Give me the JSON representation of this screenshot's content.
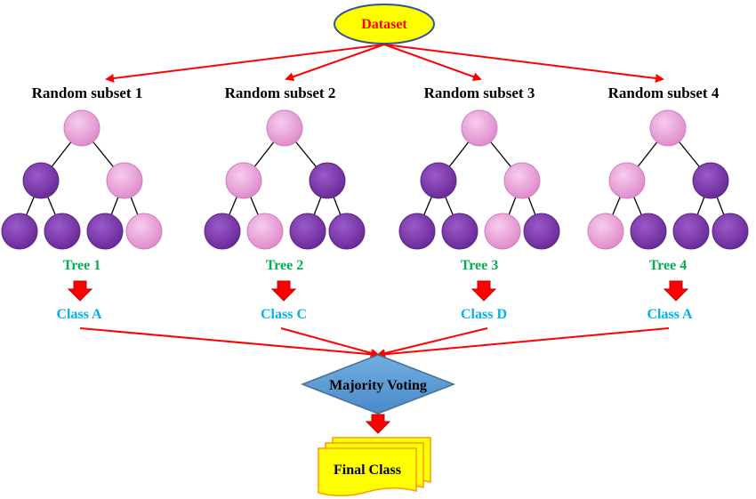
{
  "root": {
    "label": "Dataset"
  },
  "subsets": [
    {
      "subset_label": "Random subset 1",
      "tree_label": "Tree 1",
      "class_label": "Class A",
      "node_colors": [
        "pink",
        "purple",
        "pink",
        "purple",
        "purple",
        "purple",
        "pink"
      ]
    },
    {
      "subset_label": "Random subset 2",
      "tree_label": "Tree 2",
      "class_label": "Class C",
      "node_colors": [
        "pink",
        "pink",
        "purple",
        "purple",
        "pink",
        "purple",
        "purple"
      ]
    },
    {
      "subset_label": "Random subset 3",
      "tree_label": "Tree 3",
      "class_label": "Class D",
      "node_colors": [
        "pink",
        "purple",
        "pink",
        "purple",
        "purple",
        "pink",
        "purple"
      ]
    },
    {
      "subset_label": "Random subset 4",
      "tree_label": "Tree 4",
      "class_label": "Class A",
      "node_colors": [
        "pink",
        "pink",
        "purple",
        "pink",
        "purple",
        "purple",
        "purple"
      ]
    }
  ],
  "voting": {
    "label": "Majority Voting"
  },
  "final": {
    "label": "Final Class"
  },
  "colors": {
    "root_fill": "#ffff00",
    "root_stroke": "#2f5597",
    "root_text": "#ff0000",
    "arrow": "#ff0000",
    "tree_label": "#00b050",
    "class_label": "#00b0f0",
    "node_pink": "#e99bd6",
    "node_purple": "#7030a0",
    "voting_fill": "#5b9bd5",
    "final_fill": "#ffff00",
    "final_stroke": "#ff9900"
  }
}
